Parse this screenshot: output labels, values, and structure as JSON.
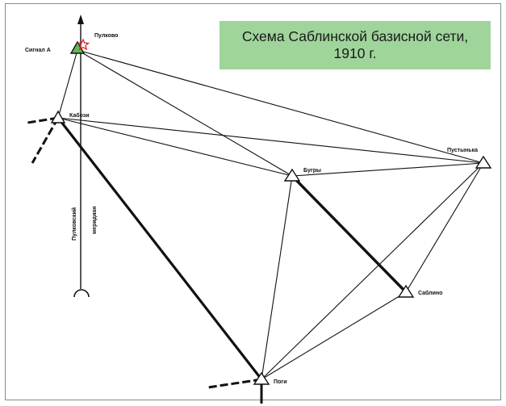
{
  "title": {
    "line1": "Схема Саблинской базисной сети,",
    "line2": "1910 г."
  },
  "stations": {
    "pulkovo": "Пулково",
    "signal_a": "Сигнал А",
    "kabozi": "Кабози",
    "bugry": "Бугры",
    "pustynka": "Пустынька",
    "sablino": "Саблино",
    "pogi": "Поги"
  },
  "meridian": {
    "line1": "Пулковский",
    "line2": "меридиан"
  },
  "colors": {
    "title_bg": "#9fd49b",
    "signal_a_fill": "#5fb85a",
    "pulkovo_star": "#e0202a"
  }
}
